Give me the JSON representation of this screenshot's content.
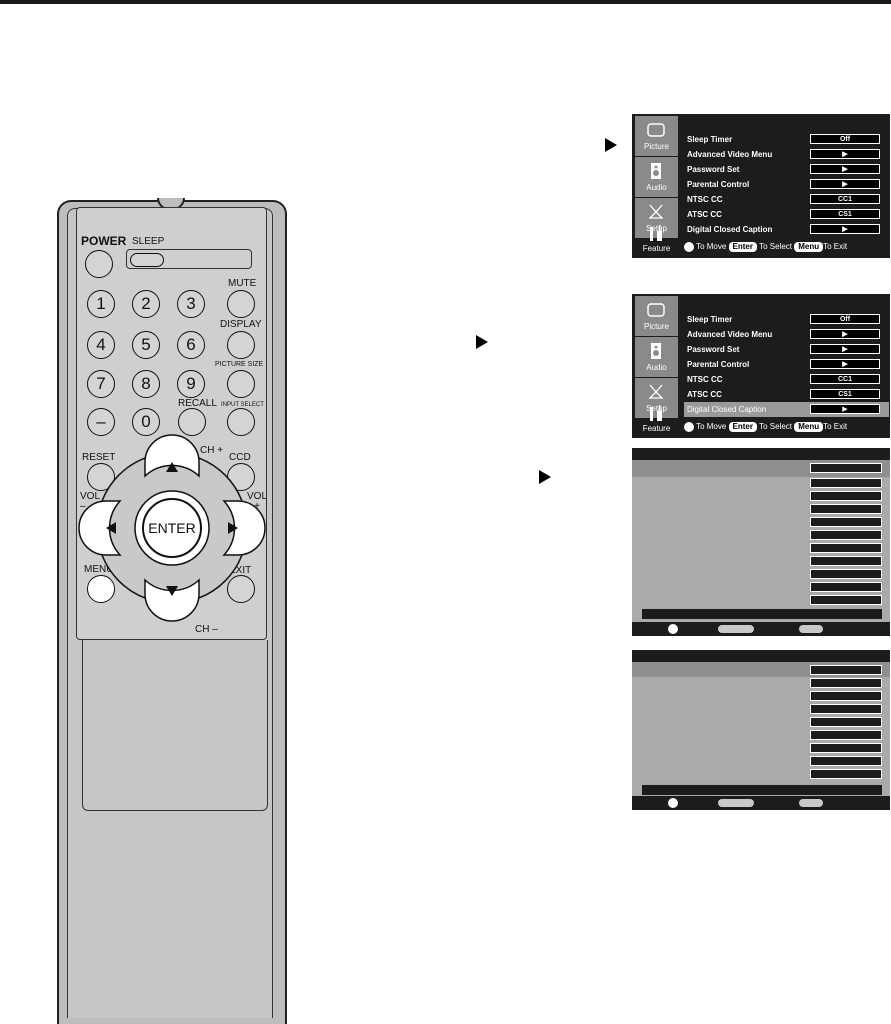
{
  "remote": {
    "power": "POWER",
    "sleep": "SLEEP",
    "mute": "MUTE",
    "display": "DISPLAY",
    "picture_size": "PICTURE SIZE",
    "recall": "RECALL",
    "input_select": "INPUT SELECT",
    "reset": "RESET",
    "ch_plus": "CH +",
    "ch_minus": "CH –",
    "ccd": "CCD",
    "vol_minus": "VOL\n–",
    "vol_plus": "VOL\n+",
    "enter": "ENTER",
    "menu": "MENU",
    "exit": "EXIT",
    "digits": [
      "1",
      "2",
      "3",
      "4",
      "5",
      "6",
      "7",
      "8",
      "9",
      "–",
      "0"
    ]
  },
  "osd_menu": {
    "tabs": [
      "Picture",
      "Audio",
      "Setup",
      "Feature"
    ],
    "items": [
      {
        "label": "Sleep Timer",
        "value": "Off"
      },
      {
        "label": "Advanced Video Menu",
        "value": "▶"
      },
      {
        "label": "Password Set",
        "value": "▶"
      },
      {
        "label": "Parental Control",
        "value": "▶"
      },
      {
        "label": "NTSC CC",
        "value": "CC1"
      },
      {
        "label": "ATSC CC",
        "value": "CS1"
      },
      {
        "label": "Digital Closed Caption",
        "value": "▶"
      }
    ],
    "footer": {
      "move": "To Move",
      "enter_key": "Enter",
      "select": "To Select",
      "menu_key": "Menu",
      "exit": "To Exit"
    }
  }
}
